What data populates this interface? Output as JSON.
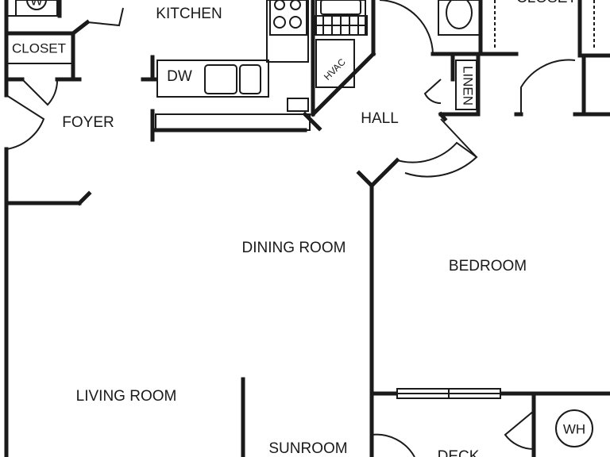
{
  "rooms": {
    "kitchen": "KITCHEN",
    "closet": "CLOSET",
    "foyer": "FOYER",
    "hall": "HALL",
    "dining_room": "DINING ROOM",
    "bedroom": "BEDROOM",
    "living_room": "LIVING ROOM",
    "sunroom": "SUNROOM",
    "deck": "DECK",
    "bedroom_closet": "CLOSET"
  },
  "fixtures": {
    "washer": "W",
    "dishwasher": "DW",
    "hvac": "HVAC",
    "linen": "LINEN",
    "water_heater": "WH"
  }
}
